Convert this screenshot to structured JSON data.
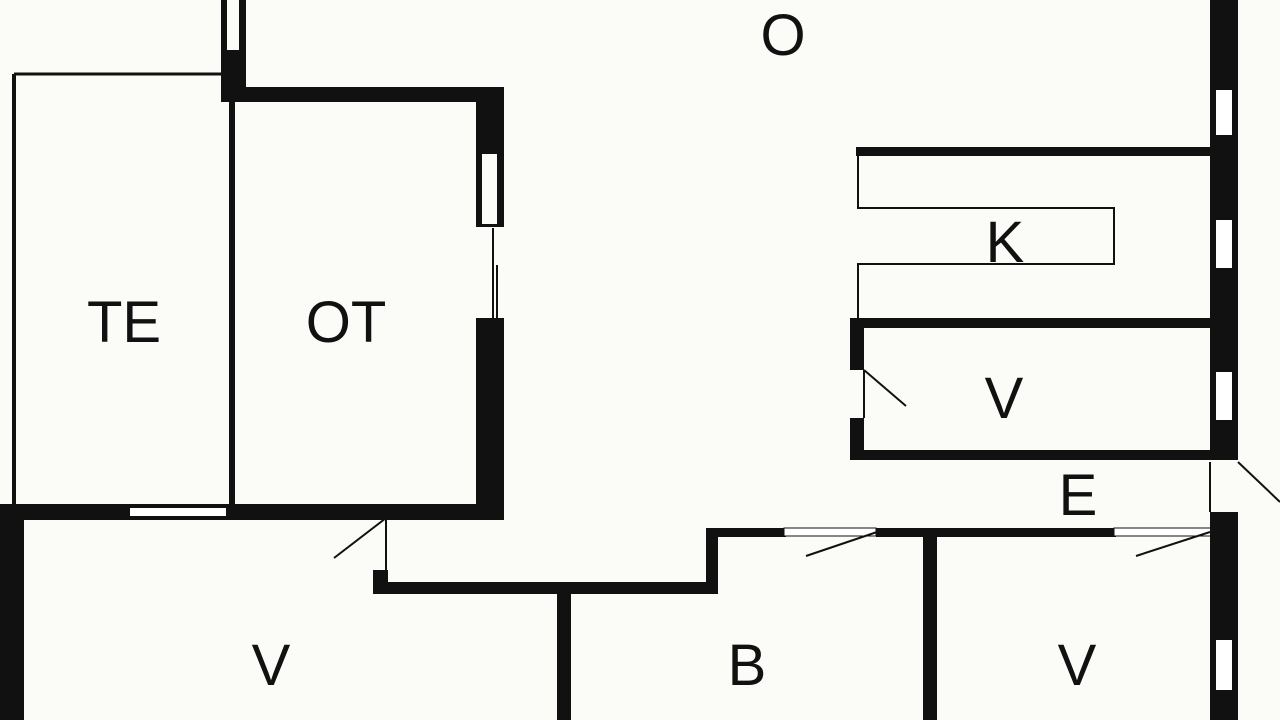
{
  "plan": {
    "rooms": [
      {
        "id": "o",
        "label": "O"
      },
      {
        "id": "k",
        "label": "K"
      },
      {
        "id": "te",
        "label": "TE"
      },
      {
        "id": "ot",
        "label": "OT"
      },
      {
        "id": "v-right-upper",
        "label": "V"
      },
      {
        "id": "e",
        "label": "E"
      },
      {
        "id": "v-bottom-left",
        "label": "V"
      },
      {
        "id": "b",
        "label": "B"
      },
      {
        "id": "v-bottom-right",
        "label": "V"
      }
    ],
    "colors": {
      "wall": "#111111",
      "background": "#fbfbf7",
      "window": "#ffffff"
    }
  }
}
